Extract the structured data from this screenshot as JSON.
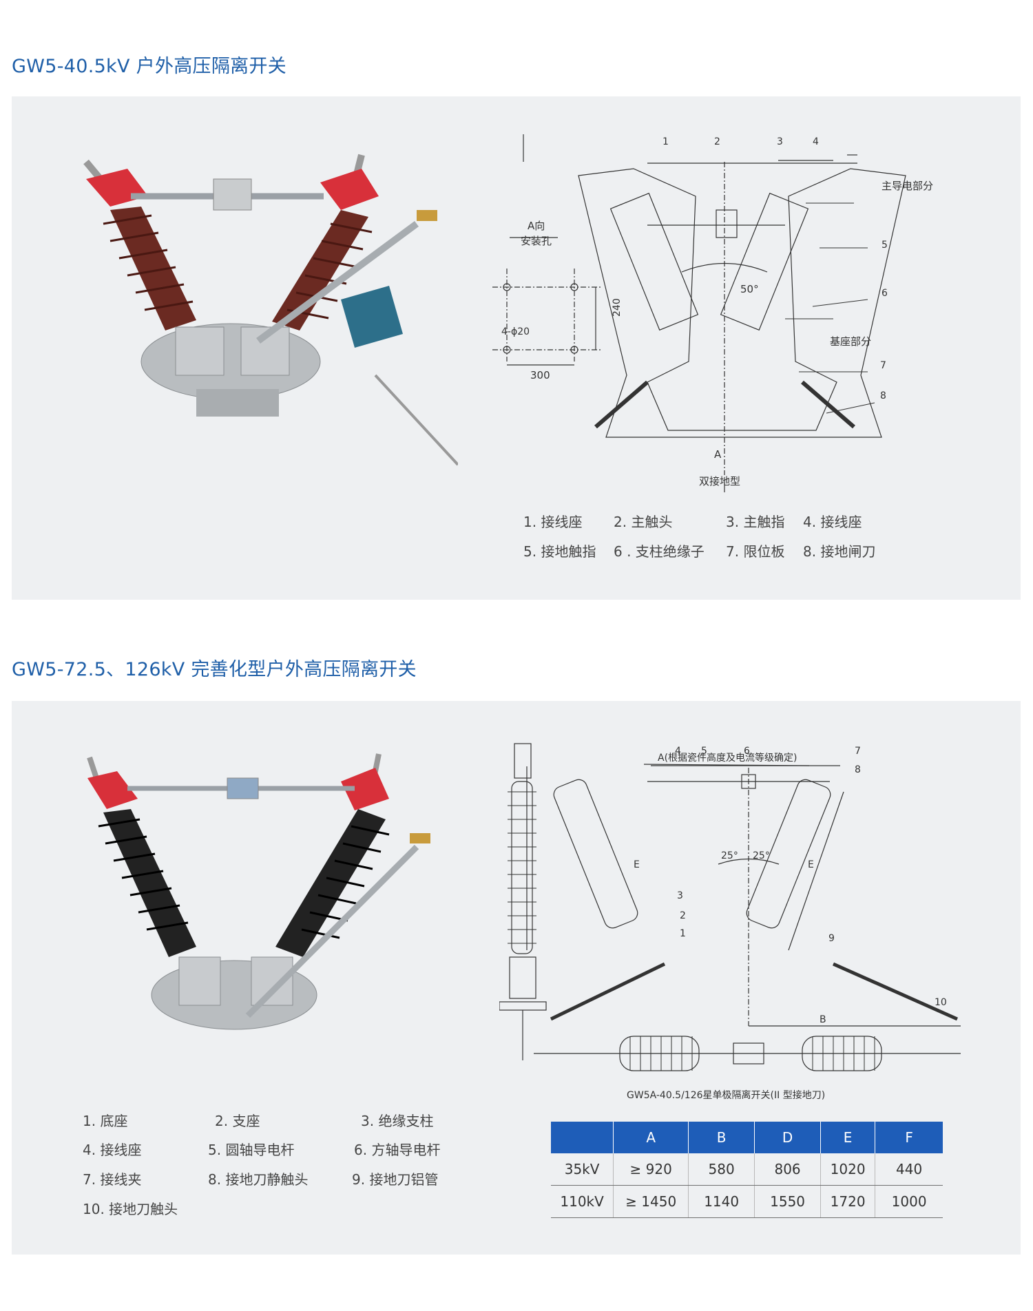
{
  "section1": {
    "title": "GW5-40.5kV 户外高压隔离开关",
    "drawing": {
      "callouts": [
        "1",
        "2",
        "3",
        "4",
        "5",
        "6",
        "7",
        "8"
      ],
      "main_part_label": "主导电部分",
      "base_part_label": "基座部分",
      "angle_label": "50°",
      "a_view_label": "A向",
      "mount_hole_label": "安装孔",
      "hole_spec": "4-ϕ20",
      "dim_height": "240",
      "dim_width": "300",
      "a_mark": "A",
      "type_label": "双接地型"
    },
    "legend": [
      "1. 接线座",
      "2. 主触头",
      "3. 主触指",
      "4. 接线座",
      "5. 接地触指",
      "6 . 支柱绝缘子",
      "7. 限位板",
      "8. 接地闸刀"
    ]
  },
  "section2": {
    "title": "GW5-72.5、126kV 完善化型户外高压隔离开关",
    "drawing": {
      "dim_a_label": "A(根据瓷件高度及电流等级确定)",
      "callouts": [
        "1",
        "2",
        "3",
        "4",
        "5",
        "6",
        "7",
        "8",
        "9",
        "10"
      ],
      "angle_left": "25°",
      "angle_right": "25°",
      "dim_e_left": "E",
      "dim_e_right": "E",
      "dim_b": "B",
      "caption": "GW5A-40.5/126星单极隔离开关(II 型接地刀)"
    },
    "legend": [
      "1. 底座",
      "2. 支座",
      "3. 绝缘支柱",
      "4. 接线座",
      "5. 圆轴导电杆",
      "6. 方轴导电杆",
      "7. 接线夹",
      "8. 接地刀静触头",
      "9. 接地刀铝管",
      "10. 接地刀触头"
    ],
    "table": {
      "headers": [
        "",
        "A",
        "B",
        "D",
        "E",
        "F"
      ],
      "rows": [
        [
          "35kV",
          "≥ 920",
          "580",
          "806",
          "1020",
          "440"
        ],
        [
          "110kV",
          "≥ 1450",
          "1140",
          "1550",
          "1720",
          "1000"
        ]
      ]
    }
  },
  "colors": {
    "title_blue": "#1f5fa8",
    "panel_bg": "#eef0f2",
    "table_header": "#1e5db8",
    "insulator_brown": "#6b2a22",
    "insulator_black": "#222222",
    "cap_red": "#d8303a"
  }
}
